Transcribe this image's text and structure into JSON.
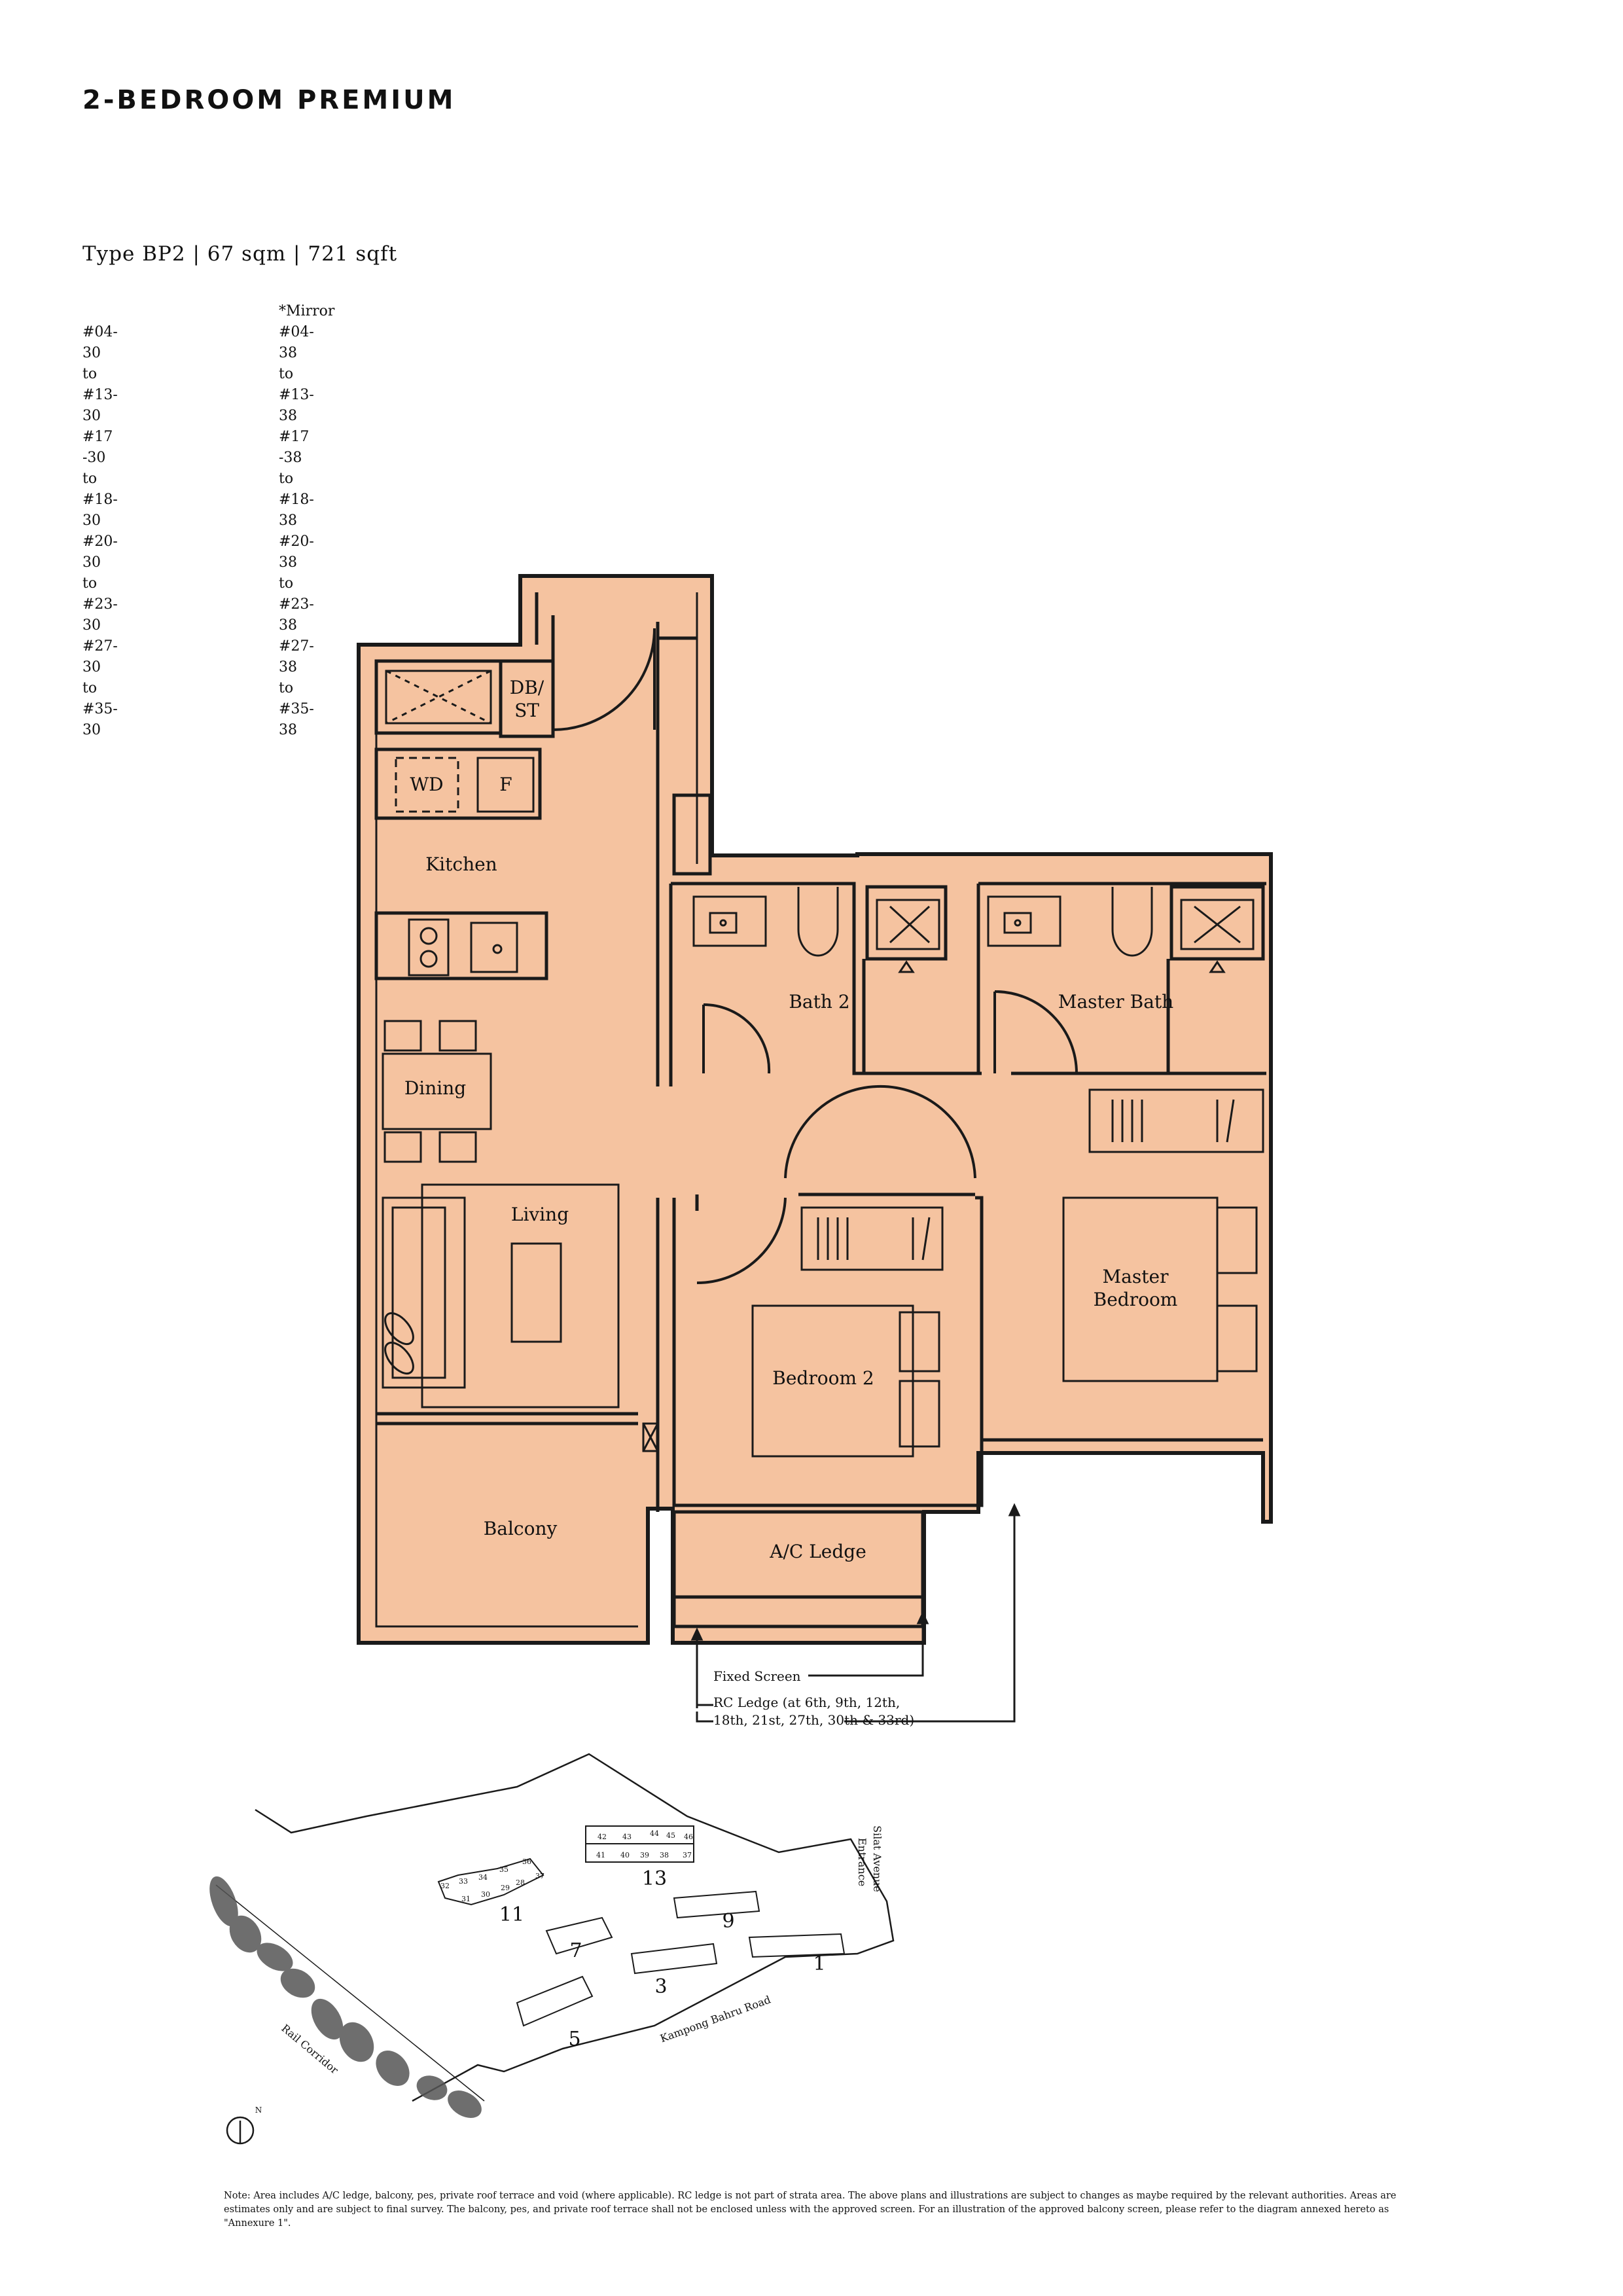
{
  "title": "2-BEDROOM PREMIUM",
  "type_line": "Type BP2 | 67 sqm | 721 sqft",
  "units": {
    "mirror_label": "*Mirror",
    "standard": [
      "#04-30 to #13-30",
      "#17 -30 to #18-30",
      "#20-30 to #23-30",
      "#27-30 to #35-30"
    ],
    "mirror": [
      "#04-38 to #13-38",
      "#17 -38 to #18-38",
      "#20-38 to #23-38",
      "#27-38 to #35-38"
    ]
  },
  "rooms": {
    "db_st": [
      "DB/",
      "ST"
    ],
    "wd": "WD",
    "fridge": "F",
    "kitchen": "Kitchen",
    "bath2": "Bath 2",
    "master_bath": "Master Bath",
    "dining": "Dining",
    "living": "Living",
    "bedroom2": "Bedroom 2",
    "master_bedroom": [
      "Master",
      "Bedroom"
    ],
    "balcony": "Balcony",
    "ac_ledge": "A/C Ledge"
  },
  "callouts": {
    "fixed_screen": "Fixed Screen",
    "rc_ledge": [
      "RC Ledge (at 6th, 9th, 12th,",
      "18th, 21st, 27th, 30th & 33rd)"
    ]
  },
  "site_plan": {
    "blocks": [
      "1",
      "3",
      "5",
      "7",
      "9",
      "11",
      "13"
    ],
    "unit_numbers": [
      "32",
      "33",
      "34",
      "35",
      "36",
      "31",
      "30",
      "29",
      "28",
      "37",
      "42",
      "43",
      "44",
      "45",
      "46",
      "41",
      "40",
      "39",
      "38",
      "37"
    ],
    "entrance_label": [
      "Silat Avenue",
      "Entrance"
    ],
    "road_label": "Kampong Bahru Road",
    "rail_label": "Rail Corridor",
    "north_label": "N"
  },
  "note": "Note: Area includes A/C ledge, balcony, pes, private roof terrace and void (where applicable). RC ledge is not part of strata area. The above plans and illustrations are subject to changes as maybe required by the relevant authorities. Areas are estimates only and are subject to final survey. The balcony, pes, and private roof terrace shall not be enclosed unless with the approved screen. For an illustration of the approved balcony screen, please refer to the diagram annexed hereto as \"Annexure 1\".",
  "colors": {
    "floor_fill": "#F5C3A0",
    "wall": "#1a1a1a"
  }
}
